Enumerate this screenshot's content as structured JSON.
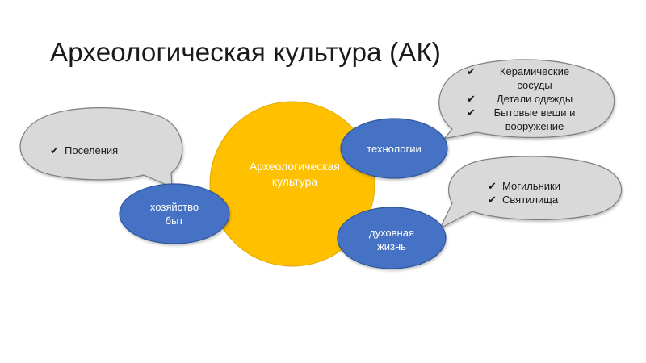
{
  "title": "Археологическая культура (АК)",
  "check_symbol": "✔",
  "center_node": {
    "label": "Археологическая культура",
    "color": "#FFC000"
  },
  "nodes": {
    "technology": {
      "label": "технологии",
      "color": "#4472C4"
    },
    "economy": {
      "label_line1": "хозяйство",
      "label_line2": "быт",
      "color": "#4472C4"
    },
    "spiritual": {
      "label_line1": "духовная",
      "label_line2": "жизнь",
      "color": "#4472C4"
    }
  },
  "callouts": {
    "settlements": {
      "items": [
        "Поселения"
      ],
      "fill": "#D9D9D9"
    },
    "technology": {
      "items": [
        "Керамические сосуды",
        "Детали одежды",
        "Бытовые вещи и вооружение"
      ],
      "fill": "#D9D9D9"
    },
    "spiritual": {
      "items": [
        "Могильники",
        "Святилища"
      ],
      "fill": "#D9D9D9"
    }
  }
}
